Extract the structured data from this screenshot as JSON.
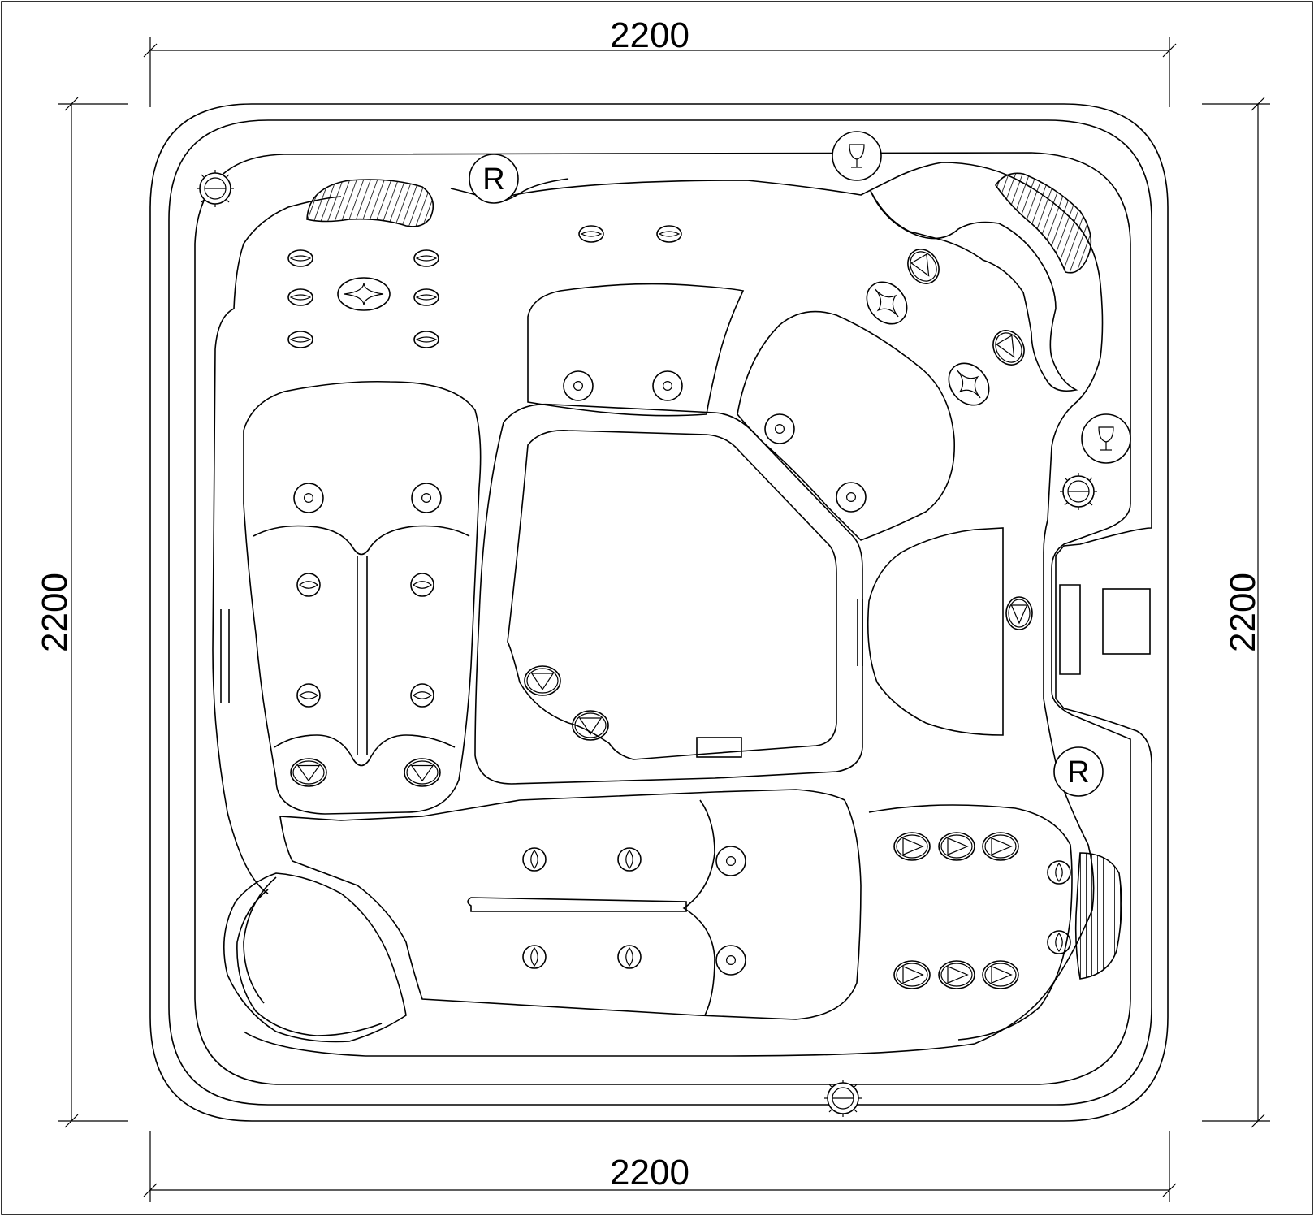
{
  "dimensions": {
    "top": "2200",
    "bottom": "2200",
    "left": "2200",
    "right": "2200"
  },
  "markers": {
    "return_top": "R",
    "return_right": "R"
  },
  "icons": {
    "cup_holder": "wine-glass-icon",
    "air_control": "air-control-knob-icon",
    "pillow": "headrest-pillow-icon",
    "jet": "jet-icon"
  }
}
